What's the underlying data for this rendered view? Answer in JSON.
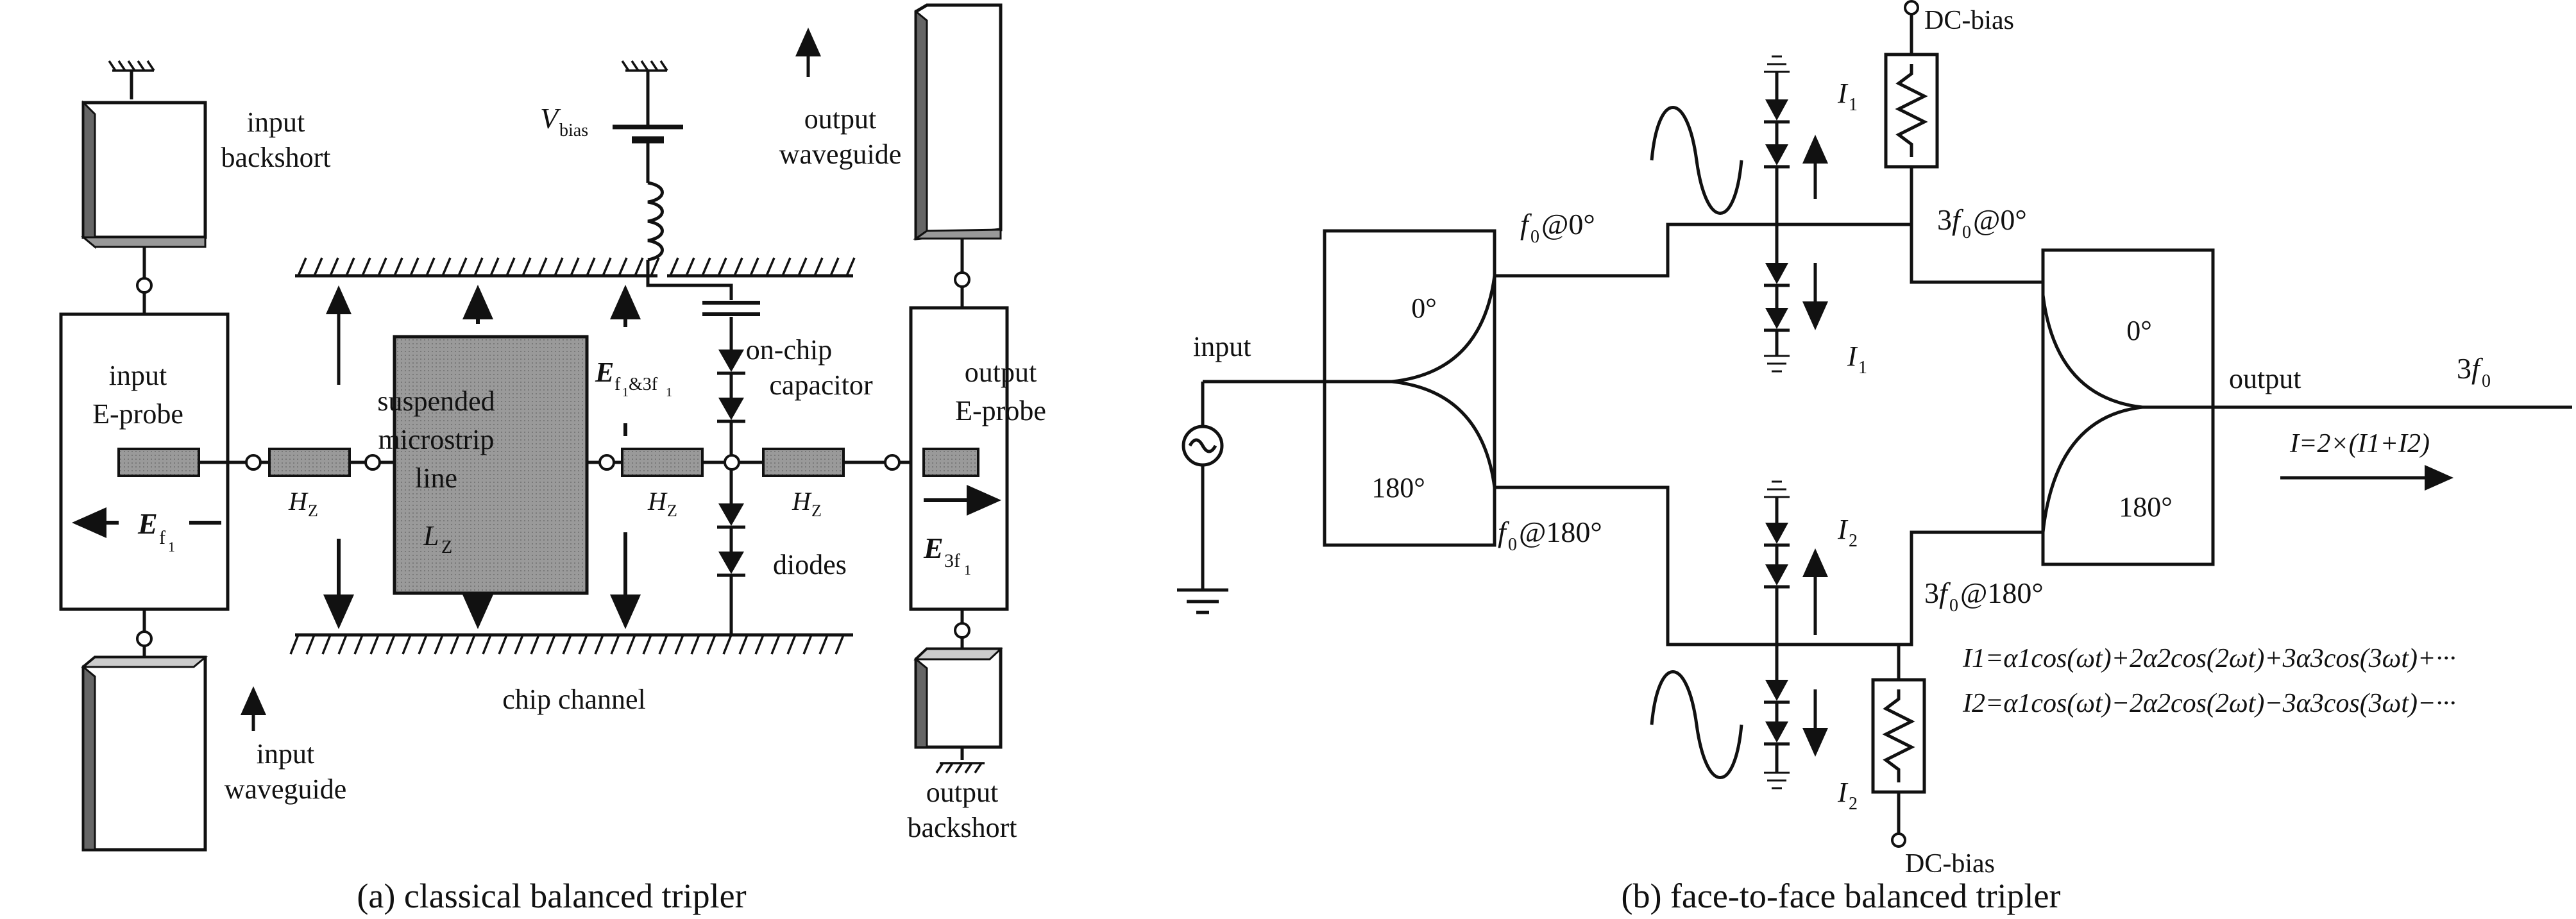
{
  "panel_a": {
    "caption": "(a) classical balanced tripler",
    "labels": {
      "input_backshort_1": "input",
      "input_backshort_2": "backshort",
      "input_eprobe_1": "input",
      "input_eprobe_2": "E-probe",
      "e_field_in_main": "E",
      "e_field_in_sub": "f",
      "e_field_in_subsub": "1",
      "hz": "H",
      "hz_sub": "Z",
      "susp_1": "suspended",
      "susp_2": "microstrip",
      "susp_3": "line",
      "lz": "L",
      "lz_sub": "Z",
      "vbias": "V",
      "vbias_sub": "bias",
      "output_wg_1": "output",
      "output_wg_2": "waveguide",
      "e_mid_main": "E",
      "e_mid_sub": "f",
      "e_mid_sub1": "1",
      "e_mid_amp": "&3f",
      "e_mid_sub2": "1",
      "onchip_1": "on-chip",
      "onchip_2": "capacitor",
      "output_eprobe_1": "output",
      "output_eprobe_2": "E-probe",
      "e_field_out_main": "E",
      "e_field_out_sub": "3f",
      "e_field_out_subsub": "1",
      "diodes": "diodes",
      "chip_channel": "chip channel",
      "input_wg_1": "input",
      "input_wg_2": "waveguide",
      "output_backshort_1": "output",
      "output_backshort_2": "backshort"
    }
  },
  "panel_b": {
    "caption": "(b) face-to-face balanced tripler",
    "labels": {
      "dc_bias_top": "DC-bias",
      "dc_bias_bottom": "DC-bias",
      "input": "input",
      "output": "output",
      "f0_0_f": "f",
      "f0_0_sub": "0",
      "f0_0_rest": "@0°",
      "f0_180_f": "f",
      "f0_180_sub": "0",
      "f0_180_rest": "@180°",
      "three_f0_0_a": "3",
      "three_f0_0_f": "f",
      "three_f0_0_sub": "0",
      "three_f0_0_rest": "@0°",
      "three_f0_180_a": "3",
      "three_f0_180_f": "f",
      "three_f0_180_sub": "0",
      "three_f0_180_rest": "@180°",
      "hybrid_in_top": "0°",
      "hybrid_in_bottom": "180°",
      "hybrid_out_top": "0°",
      "hybrid_out_bottom": "180°",
      "out_freq_a": "3",
      "out_freq_f": "f",
      "out_freq_sub": "0",
      "i_total": "I=2×(I1+I2)",
      "i1_eq": "I1=α1cos(ωt)+2α2cos(2ωt)+3α3cos(3ωt)+···",
      "i2_eq": "I2=α1cos(ωt)−2α2cos(2ωt)−3α3cos(3ωt)−···",
      "I": "I",
      "sub1": "1",
      "sub2": "2"
    }
  }
}
